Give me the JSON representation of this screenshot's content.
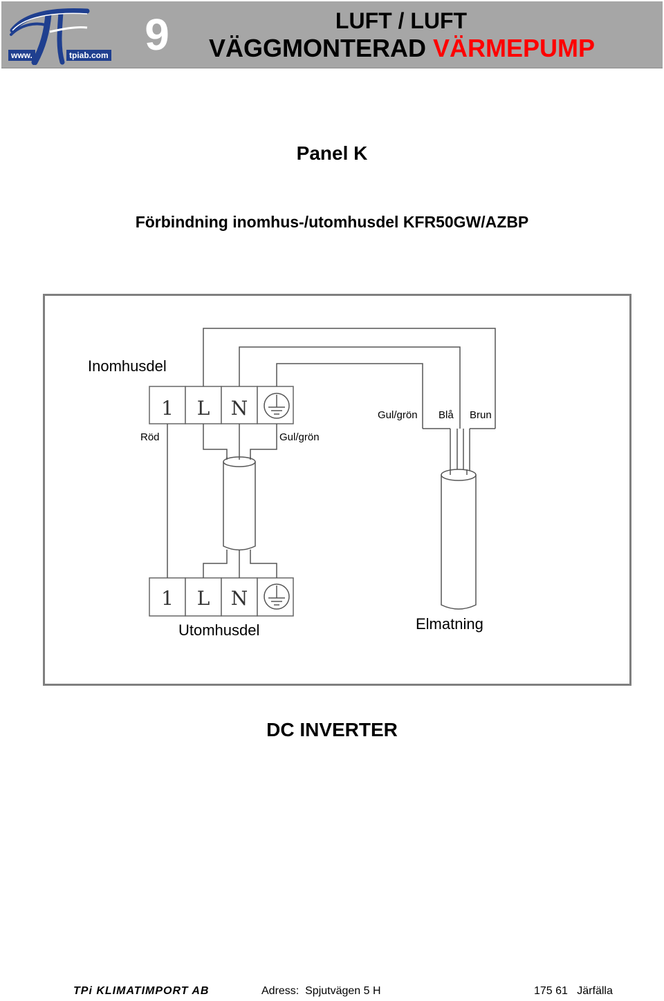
{
  "header": {
    "logo_url_left": "www.",
    "logo_url_right": "tpiab.com",
    "chapter_number": "9",
    "title_line1": "LUFT / LUFT",
    "title_line2_black": "VÄGGMONTERAD",
    "title_line2_red": "VÄRMEPUMP",
    "accent_color": "#ff0000",
    "header_bg": "#a6a6a6"
  },
  "panel_title": "Panel  K",
  "subtitle": "Förbindning inomhus-/utomhusdel KFR50GW/AZBP",
  "diagram": {
    "indoor_label": "Inomhusdel",
    "outdoor_label": "Utomhusdel",
    "supply_label": "Elmatning",
    "indoor_terminals": [
      "1",
      "L",
      "N"
    ],
    "outdoor_terminals": [
      "1",
      "L",
      "N"
    ],
    "wire_labels": {
      "indoor_left": "Röd",
      "indoor_right": "Gul/grön",
      "supply_1": "Gul/grön",
      "supply_2": "Blå",
      "supply_3": "Brun"
    }
  },
  "footer_title": "DC  INVERTER",
  "footer": {
    "company": "TPi KLIMATIMPORT AB",
    "address": "Adress:  Spjutvägen 5 H",
    "city": "175 61   Järfälla"
  }
}
